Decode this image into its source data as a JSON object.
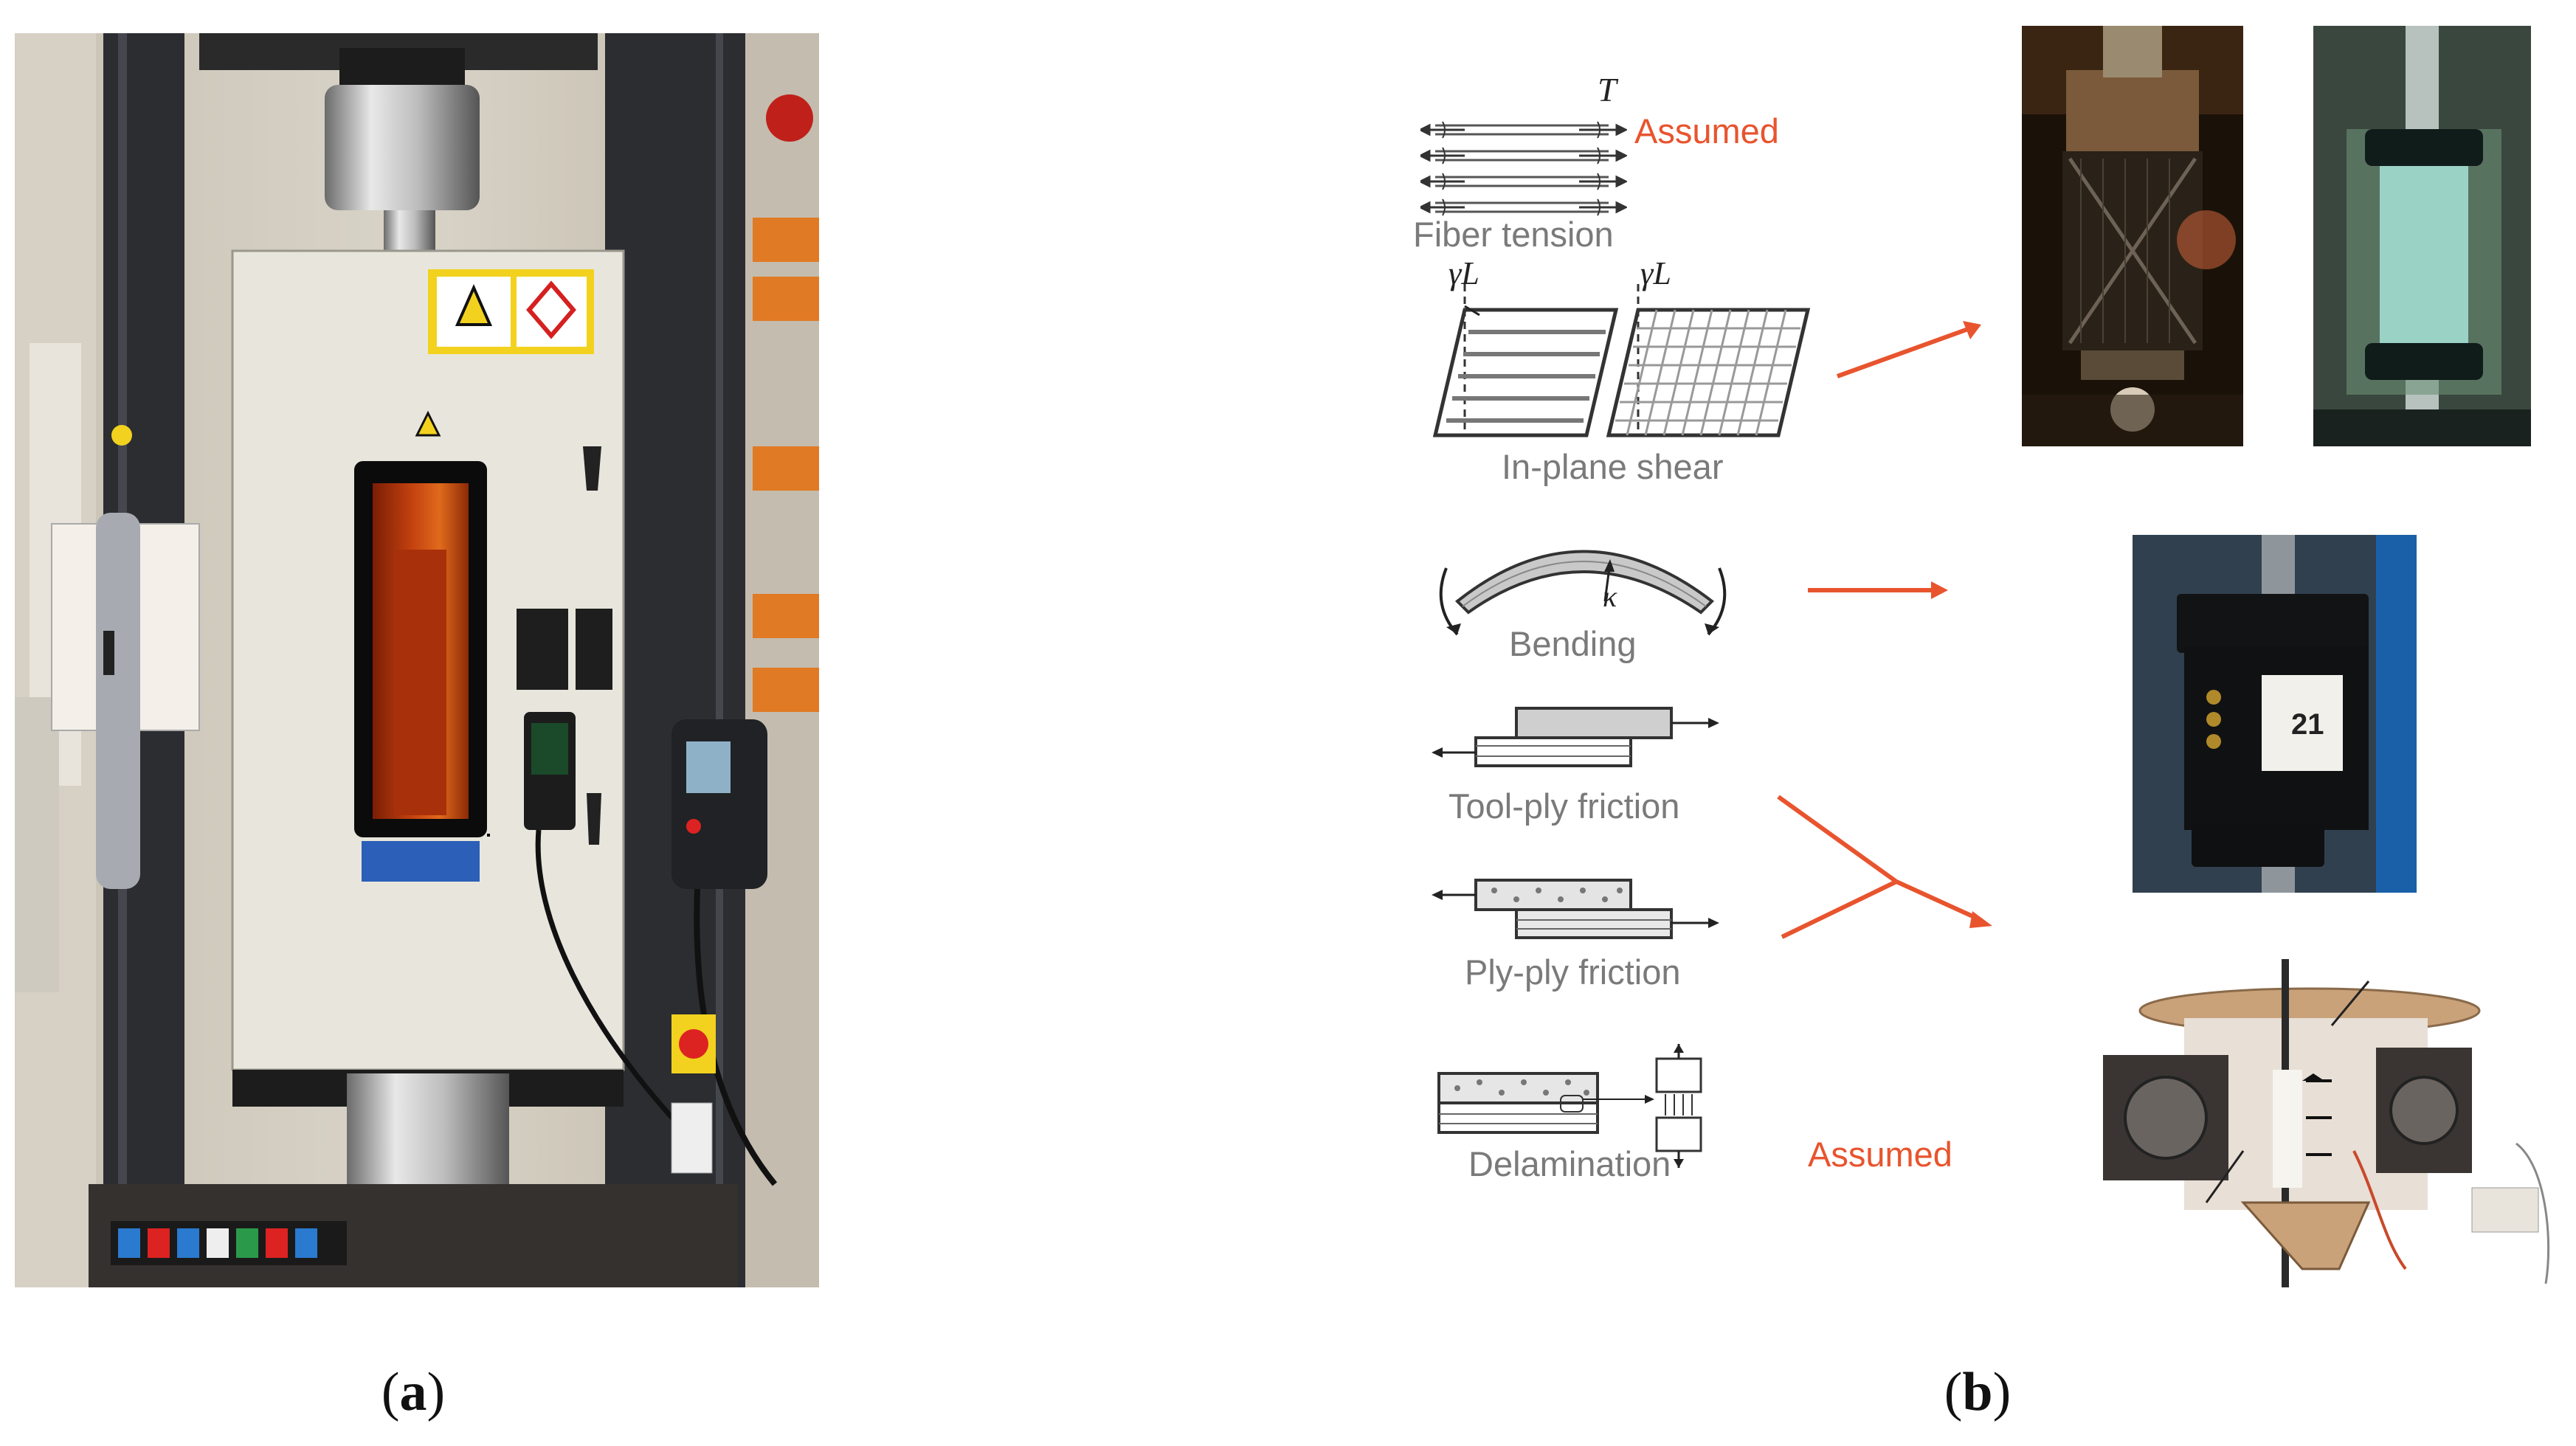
{
  "panel_a": {
    "caption_open": "(",
    "caption_letter": "a",
    "caption_close": ")"
  },
  "panel_b": {
    "caption_open": "(",
    "caption_letter": "b",
    "caption_close": ")",
    "modes": {
      "fiber_tension": "Fiber tension",
      "fiber_tension_symbol": "T",
      "in_plane_shear": "In-plane shear",
      "shear_symbol": "γL",
      "bending": "Bending",
      "bending_symbol": "κ",
      "tool_ply_friction": "Tool-ply friction",
      "ply_ply_friction": "Ply-ply friction",
      "delamination": "Delamination"
    },
    "assumed_label_1": "Assumed",
    "assumed_label_2": "Assumed"
  },
  "colors": {
    "arrow_red": "#e8542e",
    "diagram_gray": "#7a7a7a"
  }
}
